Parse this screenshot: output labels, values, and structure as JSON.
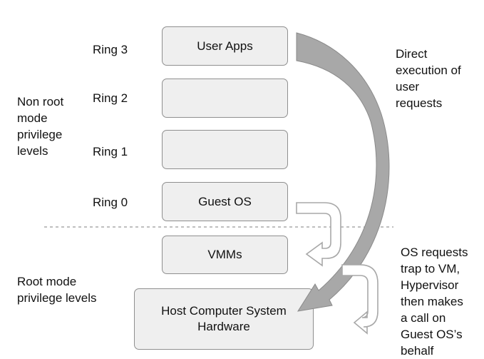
{
  "rings": [
    {
      "label": "Ring 3"
    },
    {
      "label": "Ring 2"
    },
    {
      "label": "Ring 1"
    },
    {
      "label": "Ring 0"
    }
  ],
  "boxes": {
    "user_apps": "User Apps",
    "ring2": "",
    "ring1": "",
    "guest_os": "Guest OS",
    "vmms": "VMMs",
    "host_line1": "Host Computer System",
    "host_line2": "Hardware"
  },
  "regions": {
    "non_root": [
      "Non root",
      "mode",
      "privilege",
      "levels"
    ],
    "root": [
      "Root mode",
      "privilege levels"
    ]
  },
  "annotations": {
    "direct": [
      "Direct",
      "execution of",
      "user",
      "requests"
    ],
    "os_requests": [
      "OS requests",
      "trap to VM,",
      "Hypervisor",
      "then makes",
      "a call on",
      "Guest OS’s",
      "behalf"
    ]
  },
  "colors": {
    "box_fill": "#efefef",
    "box_border": "#8f8f8f",
    "arc_fill": "#a8a8a8",
    "arrow_fill": "#ffffff",
    "arrow_stroke": "#a8a8a8",
    "divider": "#999999"
  }
}
